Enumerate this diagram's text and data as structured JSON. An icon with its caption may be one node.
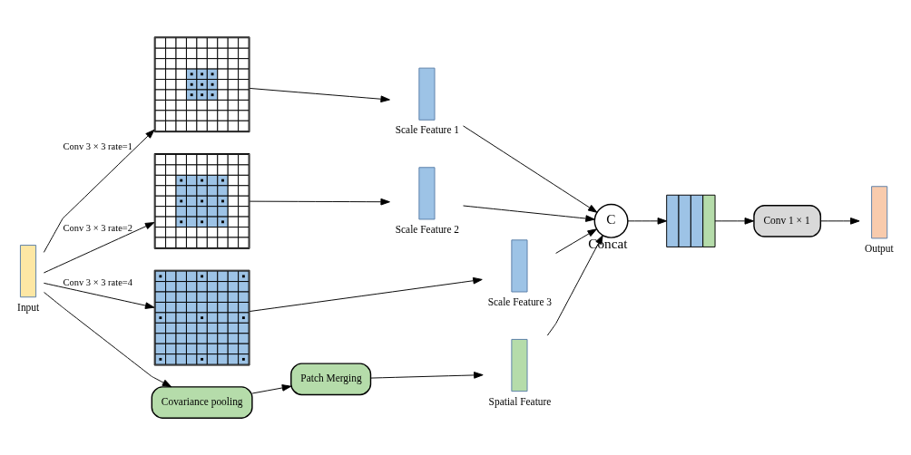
{
  "diagram": {
    "nodes": [
      {
        "text": [
          "Input"
        ]
      },
      {
        "text": [],
        "shape": "grid"
      },
      {
        "text": [],
        "shape": "grid"
      },
      {
        "text": [],
        "shape": "grid"
      },
      {
        "text": [
          "Scale Feature 1"
        ]
      },
      {
        "text": [
          "Scale Feature 2"
        ]
      },
      {
        "text": [
          "Scale Feature 3"
        ]
      },
      {
        "text": [
          "Covariance pooling"
        ]
      },
      {
        "text": [
          "Patch Merging"
        ]
      },
      {
        "text": [
          "Spatial Feature"
        ]
      },
      {
        "text": [
          "C"
        ],
        "beside": [
          "Concat"
        ]
      },
      {
        "text": [],
        "shape": "box"
      },
      {
        "text": [
          "Conv 1 × 1"
        ]
      },
      {
        "text": [
          "Output"
        ]
      }
    ],
    "edges": [
      {
        "from": 0,
        "to": 1,
        "arrow": "to",
        "label": "Conv 3 × 3 rate=1"
      },
      {
        "from": 0,
        "to": 2,
        "arrow": "to",
        "label": "Conv 3 × 3 rate=2"
      },
      {
        "from": 0,
        "to": 3,
        "arrow": "to",
        "label": "Conv 3 × 3 rate=4"
      },
      {
        "from": 0,
        "to": 7,
        "arrow": "to"
      },
      {
        "from": 1,
        "to": 4,
        "arrow": "to"
      },
      {
        "from": 2,
        "to": 5,
        "arrow": "to"
      },
      {
        "from": 3,
        "to": 6,
        "arrow": "to"
      },
      {
        "from": 7,
        "to": 8,
        "arrow": "to"
      },
      {
        "from": 8,
        "to": 9,
        "arrow": "to"
      },
      {
        "from": 4,
        "to": 10,
        "arrow": "to"
      },
      {
        "from": 5,
        "to": 10,
        "arrow": "to"
      },
      {
        "from": 6,
        "to": 10,
        "arrow": "to"
      },
      {
        "from": 9,
        "to": 10,
        "arrow": "to"
      },
      {
        "from": 10,
        "to": 11,
        "arrow": "to"
      },
      {
        "from": 11,
        "to": 12,
        "arrow": "to"
      },
      {
        "from": 12,
        "to": 13,
        "arrow": "to"
      }
    ]
  }
}
